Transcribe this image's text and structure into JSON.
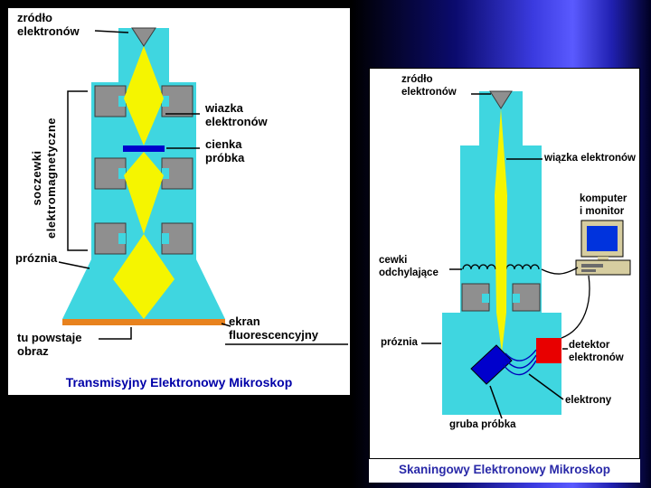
{
  "slide": {
    "background_colors": [
      "#000000",
      "#0b0b6e",
      "#5a5aff",
      "#000022"
    ]
  },
  "colors": {
    "cyan": "#3fd6e0",
    "yellow": "#f5f500",
    "gray": "#8f8f8f",
    "orange": "#e8821e",
    "sample_blue": "#0000cc",
    "red": "#e80000",
    "beige": "#d6cda0",
    "screen_blue": "#0033dd",
    "title_blue": "#0000a8"
  },
  "tem": {
    "title": "Transmisyjny Elektronowy Mikroskop",
    "labels": {
      "source": "zródło\nelektronów",
      "lenses": "soczewki\nelektromagnetyczne",
      "beam": "wiazka\nelektronów",
      "thin_sample": "cienka\npróbka",
      "vacuum": "próznia",
      "image_forms": "tu powstaje\nobraz",
      "screen": "ekran\nfluorescencyjny"
    }
  },
  "sem": {
    "title": "Skaningowy Elektronowy Mikroskop",
    "labels": {
      "source": "zródło\nelektronów",
      "beam": "wiązka elektronów",
      "computer": "komputer\ni monitor",
      "coils": "cewki\nodchylające",
      "vacuum": "próznia",
      "detector": "detektor\nelektronów",
      "electrons": "elektrony",
      "thick_sample": "gruba próbka"
    }
  }
}
